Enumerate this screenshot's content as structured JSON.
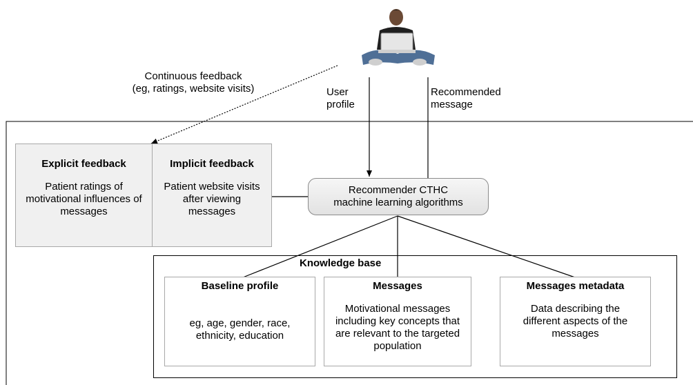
{
  "user": {
    "icon": "person-with-laptop-icon"
  },
  "feedback_loop": {
    "continuous_line1": "Continuous feedback",
    "continuous_line2": "(eg, ratings, website visits)"
  },
  "arrows": {
    "user_profile_line1": "User",
    "user_profile_line2": "profile",
    "recommended_line1": "Recommended",
    "recommended_line2": "message"
  },
  "explicit": {
    "title": "Explicit feedback",
    "line1": "Patient ratings of",
    "line2": "motivational influences of",
    "line3": "messages"
  },
  "implicit": {
    "title": "Implicit feedback",
    "line1": "Patient website visits",
    "line2": "after viewing",
    "line3": "messages"
  },
  "recommender": {
    "line1": "Recommender CTHC",
    "line2": "machine learning algorithms"
  },
  "knowledge_base": {
    "title": "Knowledge base",
    "baseline": {
      "title": "Baseline profile",
      "line1": "eg, age, gender, race,",
      "line2": "ethnicity, education"
    },
    "messages": {
      "title": "Messages",
      "line1": "Motivational messages",
      "line2": "including key concepts that",
      "line3": "are relevant to the targeted",
      "line4": "population"
    },
    "metadata": {
      "title": "Messages metadata",
      "line1": "Data describing the",
      "line2": "different aspects of the",
      "line3": "messages"
    }
  }
}
